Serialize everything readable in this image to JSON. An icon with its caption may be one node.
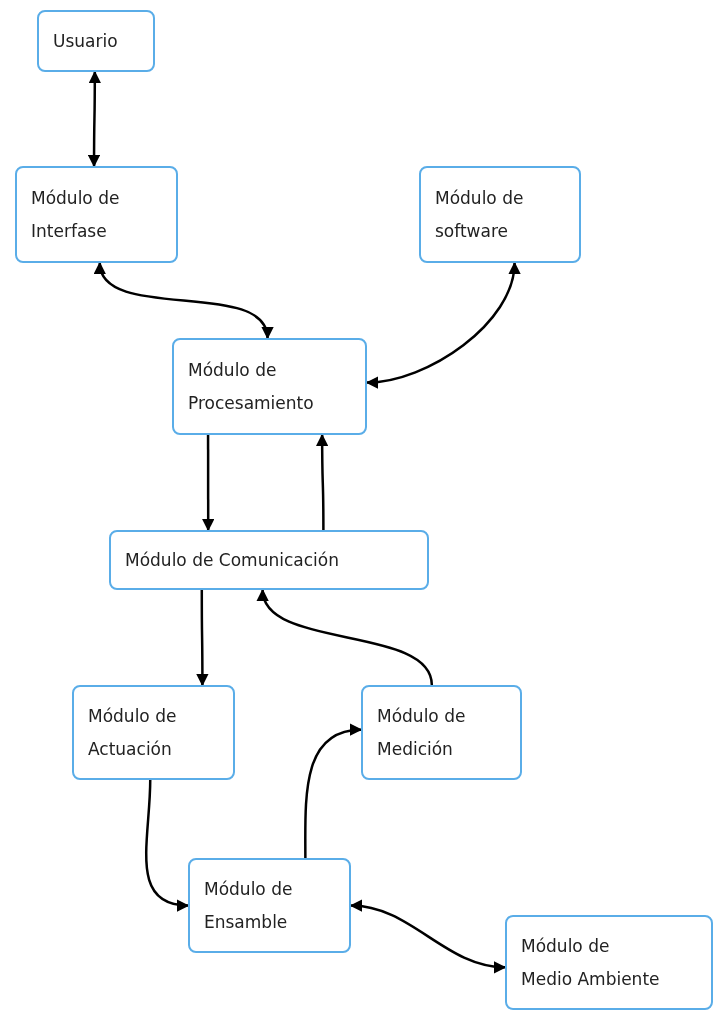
{
  "diagram": {
    "nodes": [
      {
        "text": [
          "Usuario"
        ]
      },
      {
        "text": [
          "Módulo de Interfase"
        ]
      },
      {
        "text": [
          "Módulo de software"
        ]
      },
      {
        "text": [
          "Módulo de Procesamiento"
        ]
      },
      {
        "text": [
          "Módulo de Comunicación"
        ]
      },
      {
        "text": [
          "Módulo de Actuación"
        ]
      },
      {
        "text": [
          "Módulo de Medición"
        ]
      },
      {
        "text": [
          "Módulo de Ensamble"
        ]
      },
      {
        "text": [
          "Módulo de Medio Ambiente"
        ]
      }
    ],
    "edges": [
      {
        "from": 0,
        "to": 1,
        "arrow": "both"
      },
      {
        "from": 1,
        "to": 3,
        "arrow": "both"
      },
      {
        "from": 2,
        "to": 3,
        "arrow": "both"
      },
      {
        "from": 3,
        "to": 4,
        "arrow": "to"
      },
      {
        "from": 4,
        "to": 3,
        "arrow": "to"
      },
      {
        "from": 4,
        "to": 5,
        "arrow": "to"
      },
      {
        "from": 6,
        "to": 4,
        "arrow": "to"
      },
      {
        "from": 5,
        "to": 7,
        "arrow": "to"
      },
      {
        "from": 7,
        "to": 6,
        "arrow": "to"
      },
      {
        "from": 7,
        "to": 8,
        "arrow": "both"
      }
    ]
  }
}
